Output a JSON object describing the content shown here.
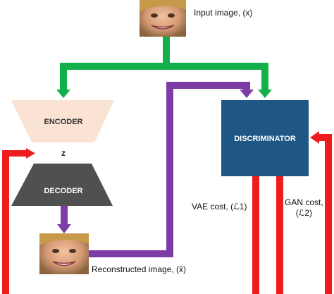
{
  "input_label": "Input image, (x)",
  "encoder_label": "ENCODER",
  "latent_label": "z",
  "decoder_label": "DECODER",
  "discriminator_label": "DISCRIMINATOR",
  "reconstructed_label": "Reconstructed image, (x̂)",
  "vae_cost_label": "VAE cost, (ℒ1)",
  "gan_cost_label_1": "GAN cost,",
  "gan_cost_label_2": "(ℒ2)",
  "colors": {
    "green": "#12b04a",
    "purple": "#7e3ca6",
    "red": "#ee1c1c",
    "encoder_fill": "#fae3d3",
    "decoder_fill": "#505050",
    "discriminator_fill": "#1f5784"
  }
}
